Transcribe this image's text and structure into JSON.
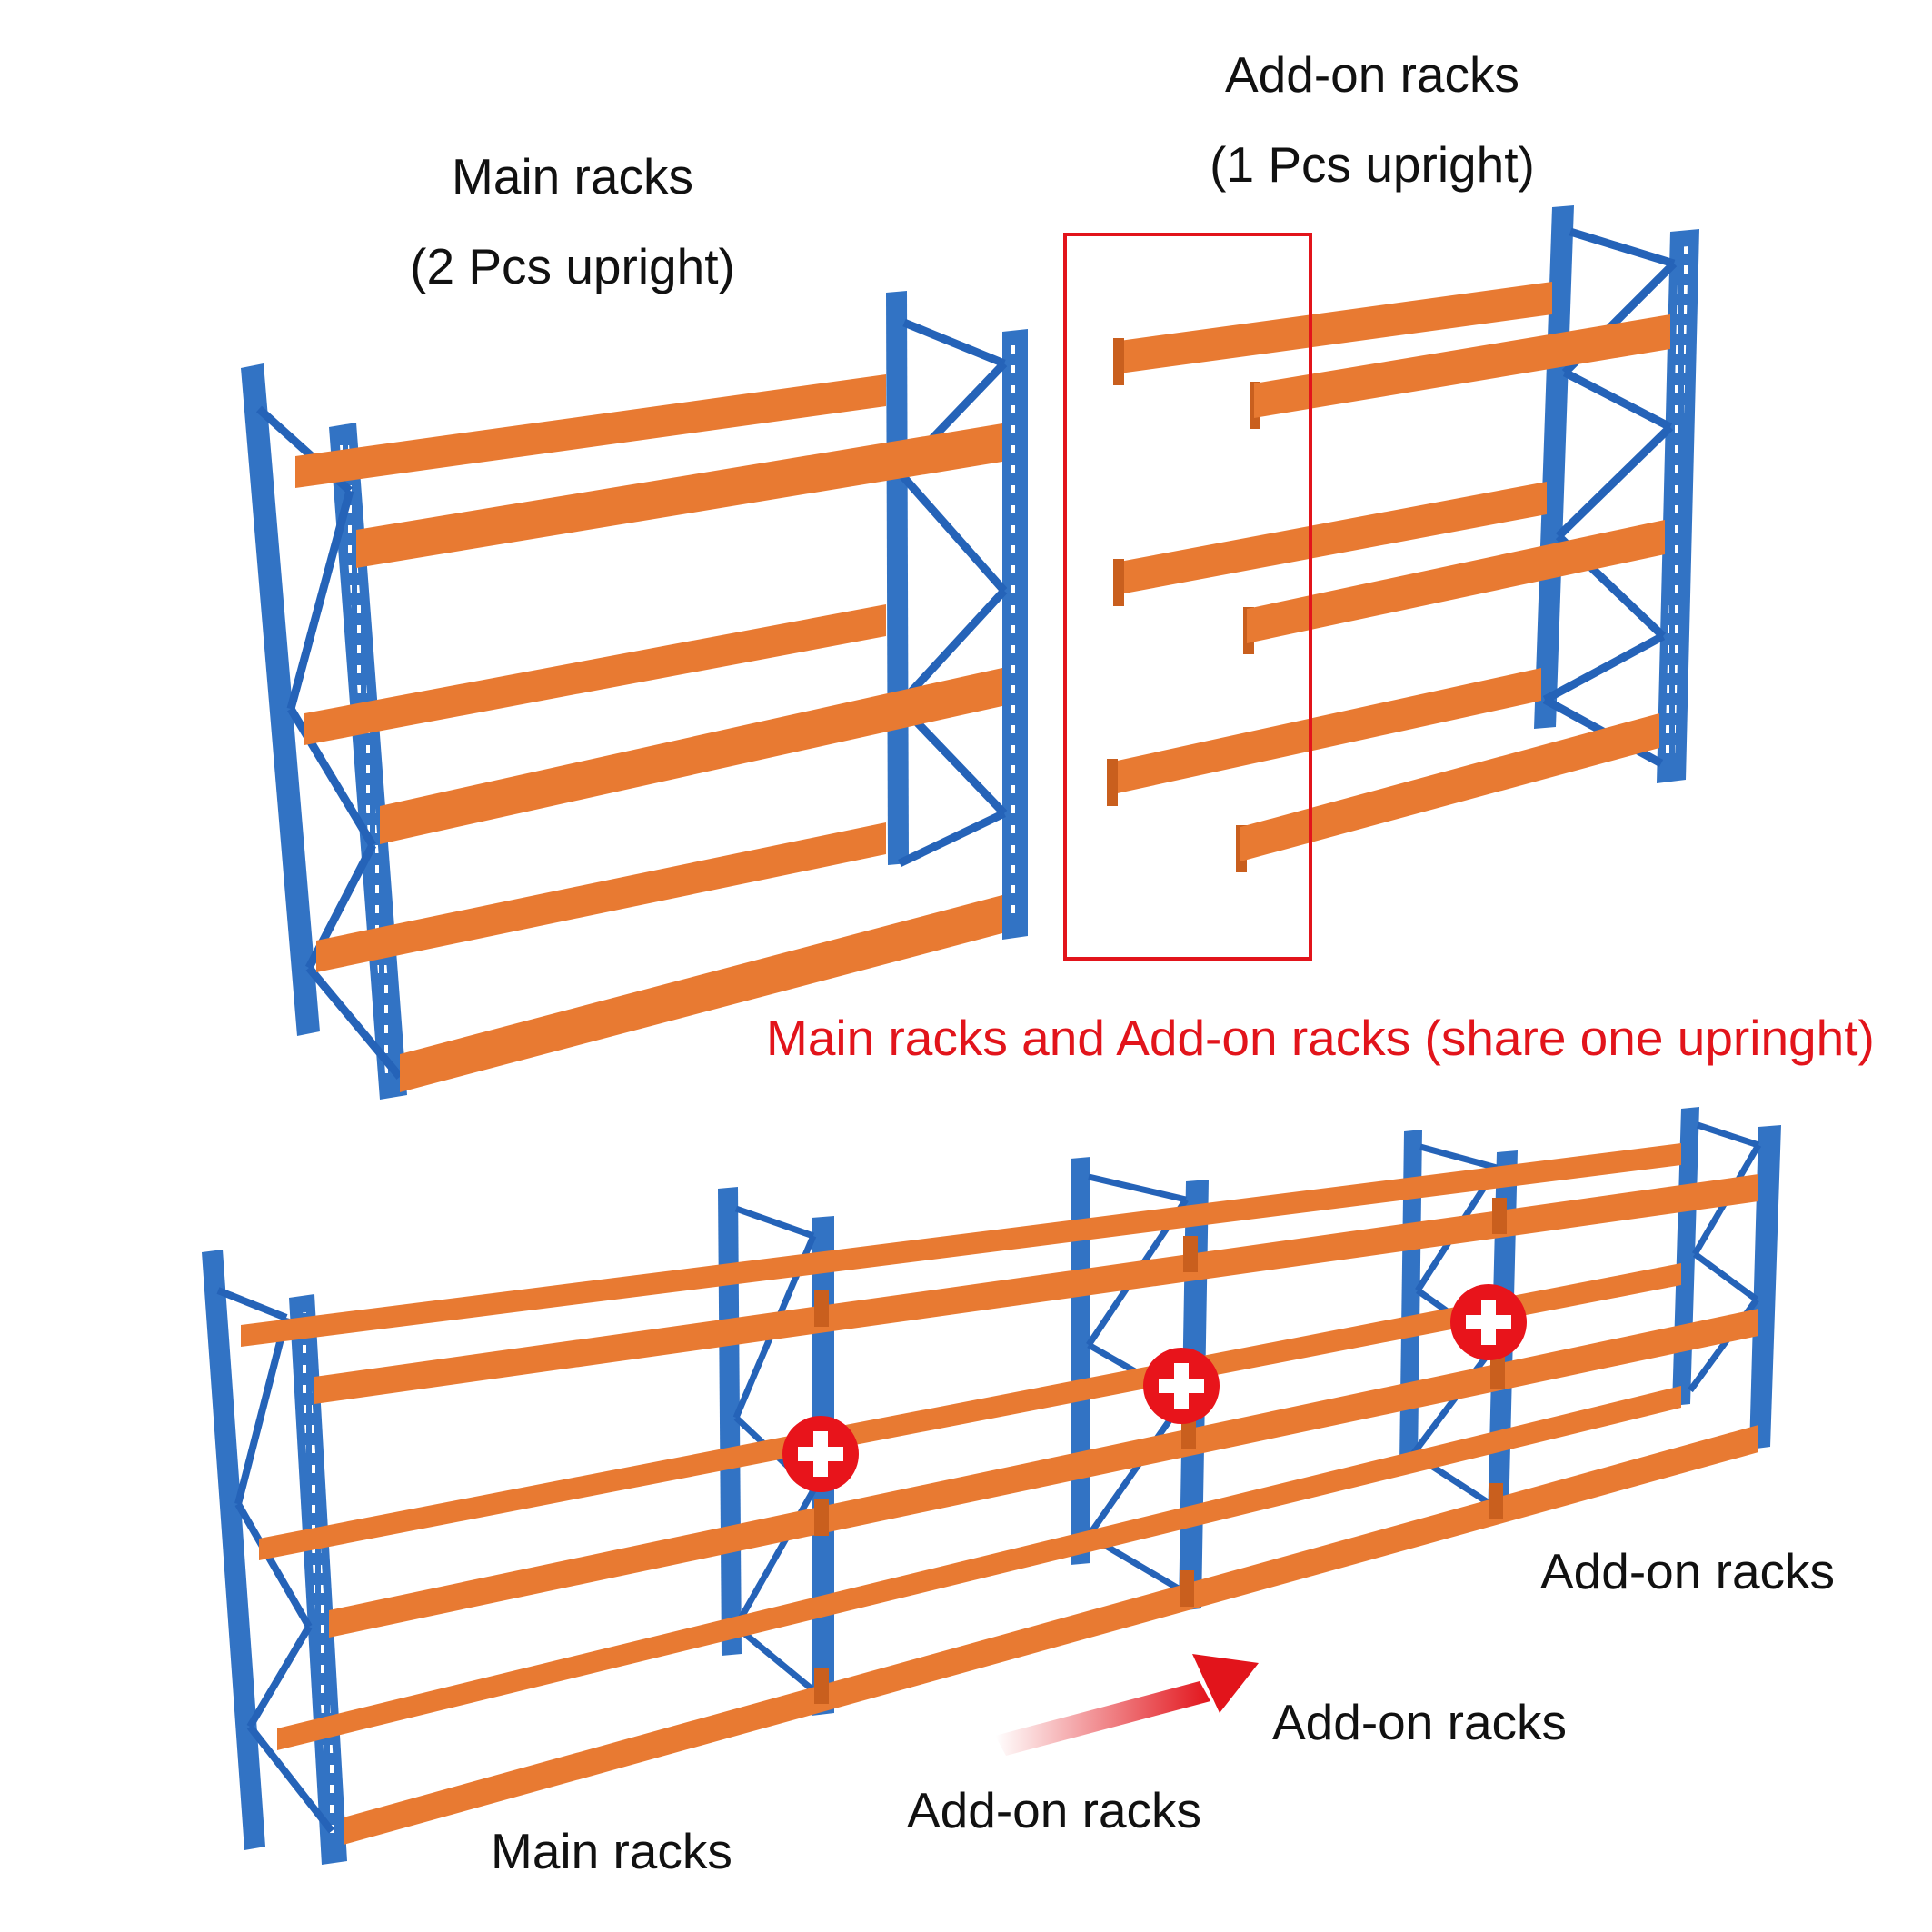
{
  "colors": {
    "upright": "#3273c4",
    "upright_dark": "#1f57a3",
    "brace": "#2563b8",
    "beam": "#e87a32",
    "beam_dark": "#c95f1e",
    "highlight": "#e2141b",
    "plus_badge": "#e8141b"
  },
  "labels": {
    "main_title": "Main racks",
    "main_subtitle": "(2 Pcs upright)",
    "addon_title": "Add-on racks",
    "addon_subtitle": "(1 Pcs upright)",
    "share_note": "Main racks and Add-on racks (share one upringht)",
    "bottom_main": "Main racks",
    "bottom_addon_1": "Add-on racks",
    "bottom_addon_2": "Add-on racks",
    "bottom_addon_3": "Add-on racks"
  },
  "icons": {
    "plus": "plus-circle-icon",
    "arrow": "arrow-right-icon"
  }
}
